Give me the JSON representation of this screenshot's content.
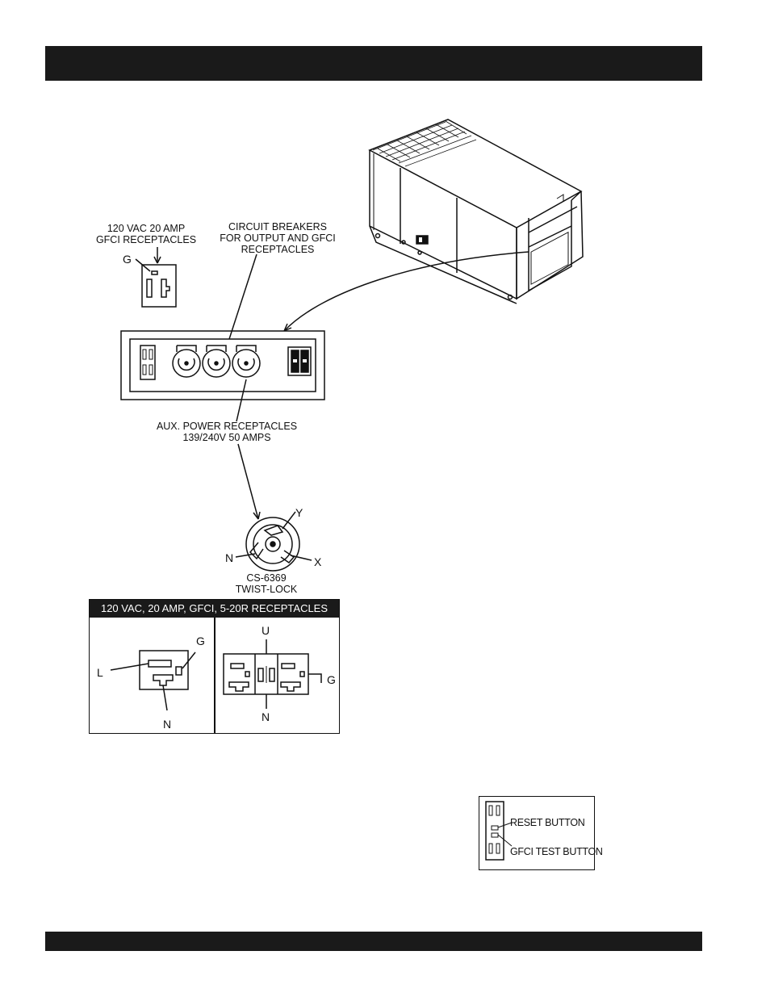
{
  "labels": {
    "gfci_receptacles": [
      "120 VAC 20 AMP",
      "GFCI RECEPTACLES"
    ],
    "circuit_breakers": [
      "CIRCUIT BREAKERS",
      "FOR OUTPUT AND GFCI",
      "RECEPTACLES"
    ],
    "aux_power": [
      "AUX. POWER RECEPTACLES",
      "139/240V 50 AMPS"
    ],
    "twist_lock": [
      "CS-6369",
      "TWIST-LOCK"
    ],
    "ground_small": "G"
  },
  "twist_lock_pins": {
    "y": "Y",
    "n": "N",
    "x": "X"
  },
  "receptacle_table": {
    "title": "120 VAC, 20 AMP, GFCI, 5-20R RECEPTACLES",
    "left": {
      "g": "G",
      "l": "L",
      "n": "N"
    },
    "right": {
      "u": "U",
      "n": "N",
      "g": "G"
    }
  },
  "gfci_detail": {
    "reset": "RESET BUTTON",
    "test": "GFCI TEST BUTTON"
  }
}
